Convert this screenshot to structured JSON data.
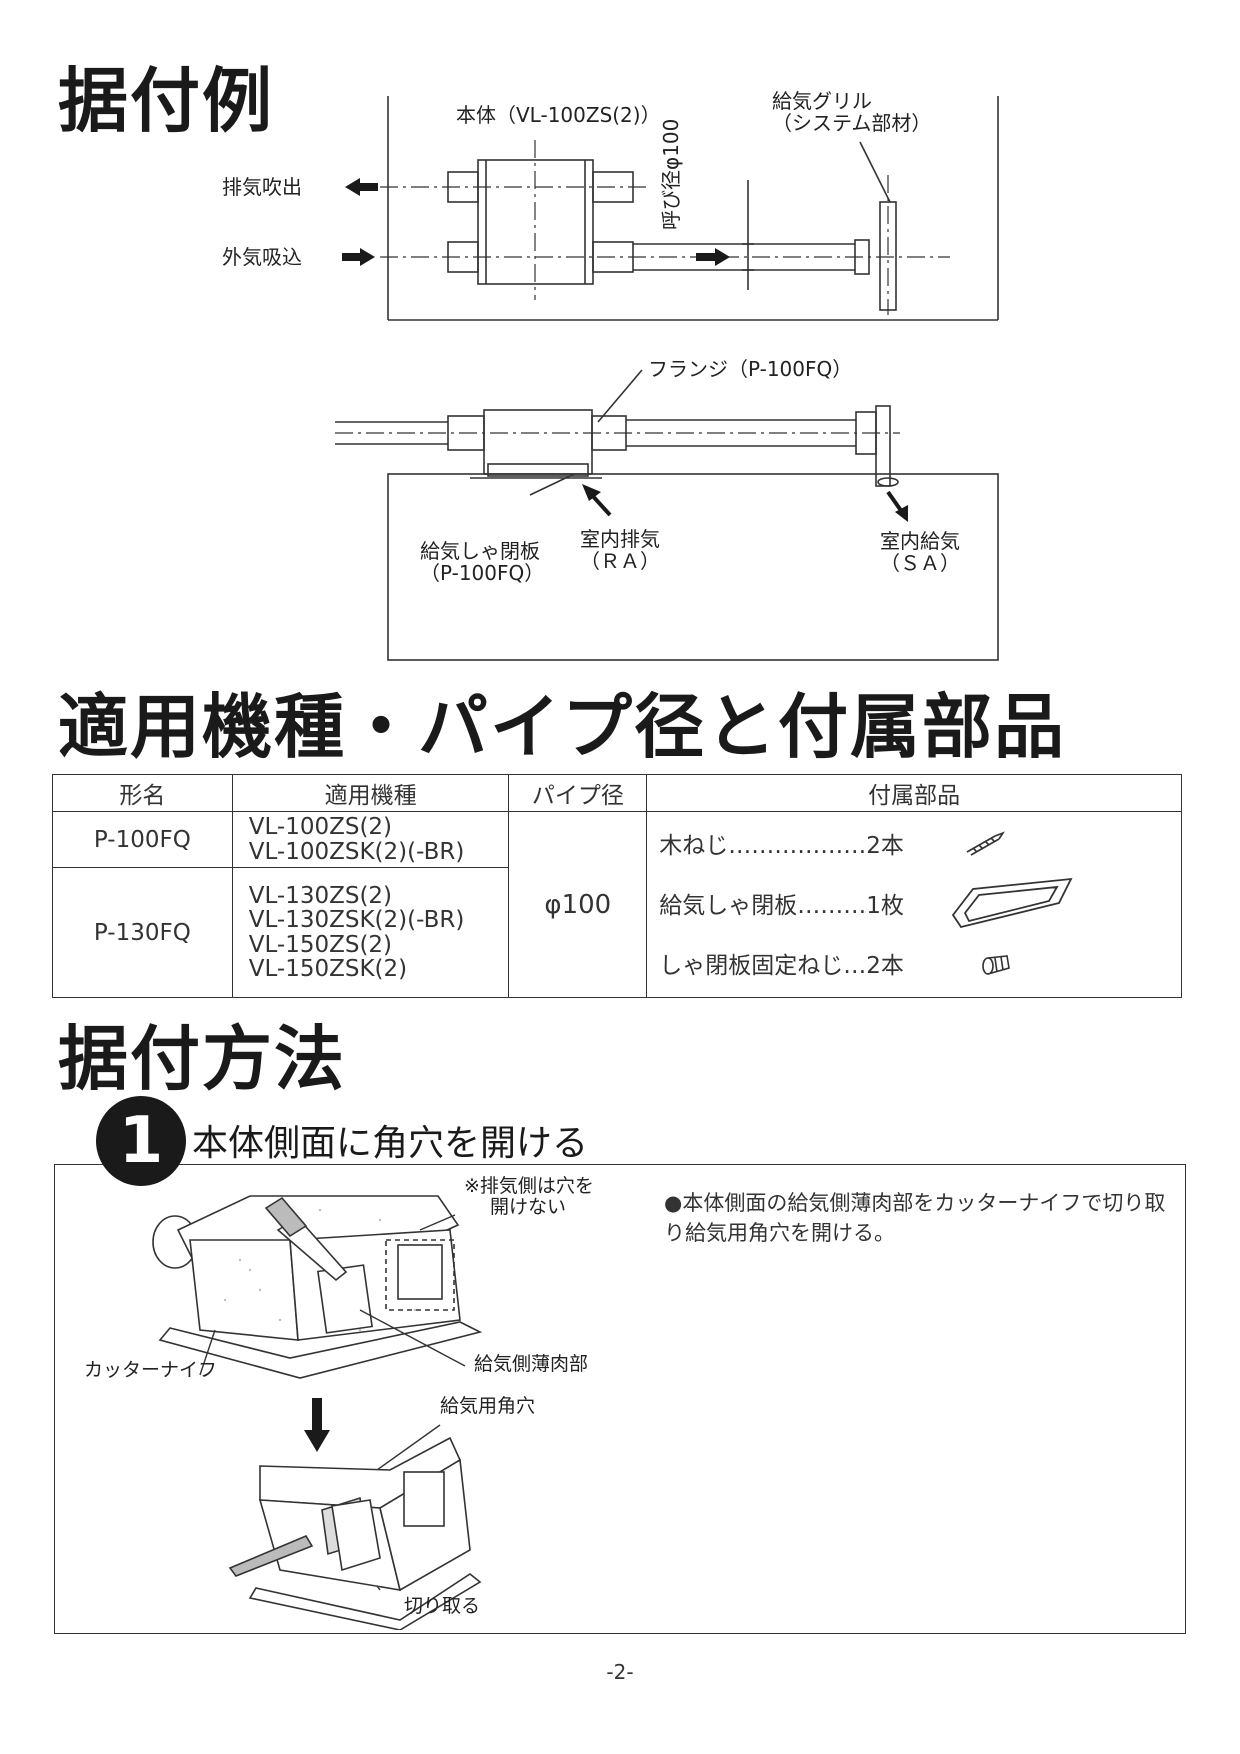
{
  "sections": {
    "installation_example": "据付例",
    "applicable_models": "適用機種・パイプ径と付属部品",
    "installation_method": "据付方法"
  },
  "diagram1": {
    "body_label": "本体（VL-100ZS(2)）",
    "supply_grille_line1": "給気グリル",
    "supply_grille_line2": "（システム部材）",
    "nominal_diameter": "呼び径φ100",
    "exhaust_out": "排気吹出",
    "outside_air_in": "外気吸込"
  },
  "diagram2": {
    "flange": "フランジ（P-100FQ）",
    "shutter_line1": "給気しゃ閉板",
    "shutter_line2": "（P-100FQ）",
    "indoor_exhaust_line1": "室内排気",
    "indoor_exhaust_line2": "（ＲＡ）",
    "indoor_supply_line1": "室内給気",
    "indoor_supply_line2": "（ＳＡ）"
  },
  "table": {
    "headers": [
      "形名",
      "適用機種",
      "パイプ径",
      "付属部品"
    ],
    "rows": [
      {
        "model": "P-100FQ",
        "applicable": [
          "VL-100ZS(2)",
          "VL-100ZSK(2)(-BR)"
        ]
      },
      {
        "model": "P-130FQ",
        "applicable": [
          "VL-130ZS(2)",
          "VL-130ZSK(2)(-BR)",
          "VL-150ZS(2)",
          "VL-150ZSK(2)"
        ]
      }
    ],
    "pipe_diameter": "φ100",
    "accessories": [
      {
        "text": "木ねじ………………2本",
        "icon": "wood-screw-icon"
      },
      {
        "text": "給気しゃ閉板………1枚",
        "icon": "shutter-plate-icon"
      },
      {
        "text": "しゃ閉板固定ねじ…2本",
        "icon": "fixing-screw-icon"
      }
    ]
  },
  "step1": {
    "number": "1",
    "title": "本体側面に角穴を開ける",
    "note_line1": "※排気側は穴を",
    "note_line2": "開けない",
    "cutter_knife": "カッターナイフ",
    "thin_part": "給気側薄肉部",
    "square_hole": "給気用角穴",
    "cut_off": "切り取る",
    "description": "●本体側面の給気側薄肉部をカッターナイフで切り取り給気用角穴を開ける。"
  },
  "page_number": "-2-"
}
